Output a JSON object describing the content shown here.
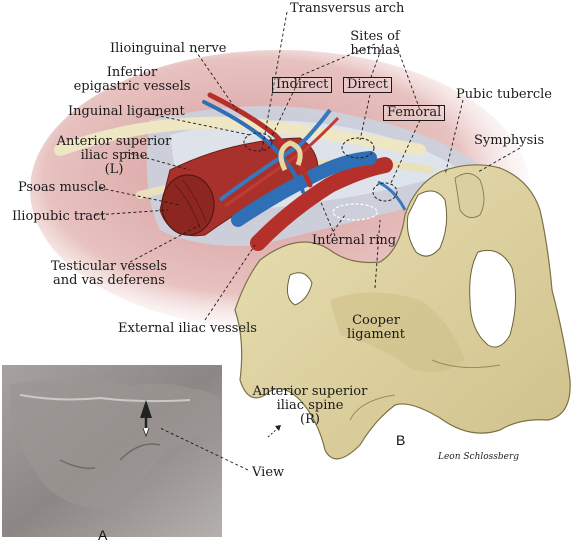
{
  "labels": {
    "transversus_arch": "Transversus arch",
    "ilioinguinal_nerve": "Ilioinguinal nerve",
    "sites_of_hernias_line1": "Sites of",
    "sites_of_hernias_line2": "hernias",
    "inferior_epigastric_line1": "Inferior",
    "inferior_epigastric_line2": "epigastric vessels",
    "indirect": "Indirect",
    "direct": "Direct",
    "femoral": "Femoral",
    "pubic_tubercle": "Pubic tubercle",
    "inguinal_ligament": "Inguinal ligament",
    "symphysis": "Symphysis",
    "asis_left_line1": "Anterior superior",
    "asis_left_line2": "iliac spine",
    "asis_left_line3": "(L)",
    "psoas_muscle": "Psoas muscle",
    "iliopubic_tract": "Iliopubic tract",
    "internal_ring": "Internal ring",
    "testicular_line1": "Testicular vessels",
    "testicular_line2": "and vas deferens",
    "cooper_line1": "Cooper",
    "cooper_line2": "ligament",
    "external_iliac_vessels": "External iliac vessels",
    "asis_right_line1": "Anterior superior",
    "asis_right_line2": "iliac spine",
    "asis_right_line3": "(R)",
    "view": "View"
  },
  "panels": {
    "a": "A",
    "b": "B"
  },
  "signature": "Leon Schlossberg",
  "colors": {
    "bone": "#e2d7a6",
    "bone_shadow": "#b9ab72",
    "muscle": "#a8322b",
    "vein": "#2f6fb5",
    "fascia": "#b7c4d6",
    "tissue": "#d9a6a6",
    "nerve": "#e8dcb0",
    "inset": "#8f8a88"
  }
}
